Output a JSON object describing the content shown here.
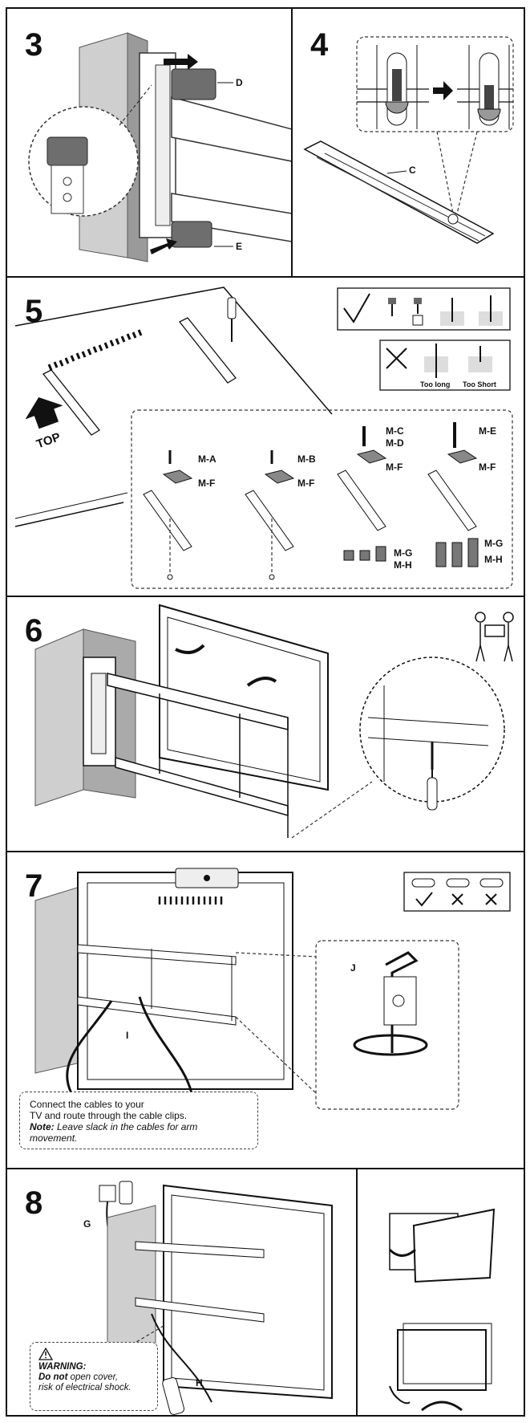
{
  "steps": {
    "s3": {
      "number": "3",
      "labels": {
        "d": "D",
        "e": "E"
      }
    },
    "s4": {
      "number": "4",
      "labels": {
        "c": "C"
      }
    },
    "s5": {
      "number": "5",
      "top_label": "TOP",
      "too_long": "Too long",
      "too_short": "Too Short",
      "labels": {
        "ma": "M-A",
        "mb": "M-B",
        "mc": "M-C",
        "md": "M-D",
        "me": "M-E",
        "mf": "M-F",
        "mg": "M-G",
        "mh": "M-H"
      }
    },
    "s6": {
      "number": "6"
    },
    "s7": {
      "number": "7",
      "labels": {
        "j": "J",
        "i": "I"
      },
      "note_line1": "Connect the cables to your",
      "note_line2": "TV and route through the cable clips.",
      "note_prefix": "Note:",
      "note_text": " Leave slack in the cables for arm movement."
    },
    "s8": {
      "number": "8",
      "labels": {
        "g": "G",
        "h": "H"
      },
      "warning_title": "WARNING:",
      "warning_bold": "Do not",
      "warning_rest": " open cover,",
      "warning_line3": "risk of electrical shock."
    }
  },
  "icons": [
    "check-icon",
    "cross-icon",
    "arrow-icon",
    "two-people-icon",
    "warning-icon",
    "screwdriver-icon",
    "rotate-icon"
  ]
}
